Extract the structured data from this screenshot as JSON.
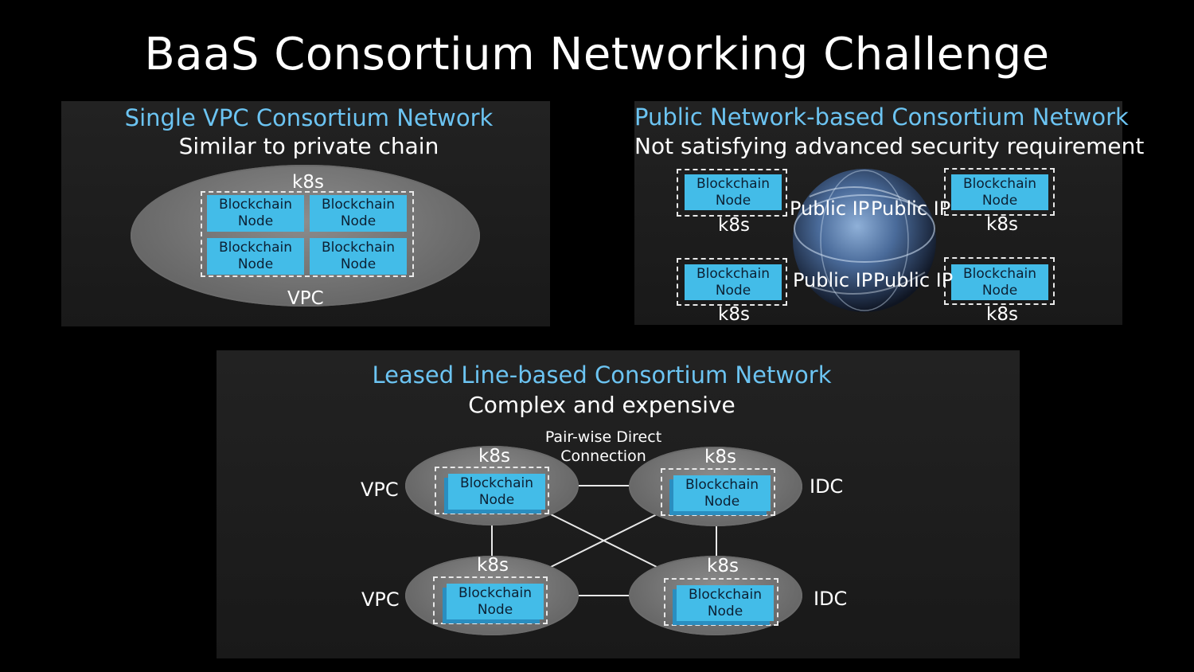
{
  "title": "BaaS Consortium Networking Challenge",
  "node_label_line1": "Blockchain",
  "node_label_line2": "Node",
  "k8s": "k8s",
  "panel_single_vpc": {
    "title": "Single VPC Consortium Network",
    "subtitle": "Similar to private chain",
    "region_label": "VPC"
  },
  "panel_public": {
    "title": "Public Network-based Consortium Network",
    "subtitle": "Not satisfying advanced security requirement",
    "public_ip": "Public IP"
  },
  "panel_leased": {
    "title": "Leased Line-based Consortium Network",
    "subtitle": "Complex and expensive",
    "connection_label_line1": "Pair-wise Direct",
    "connection_label_line2": "Connection",
    "vpc": "VPC",
    "idc": "IDC"
  },
  "colors": {
    "background": "#000000",
    "panel": "#1e1e1e",
    "panel_title": "#6cc4f2",
    "node_fill": "#43bce8",
    "ellipse": "#7a7a7a"
  }
}
